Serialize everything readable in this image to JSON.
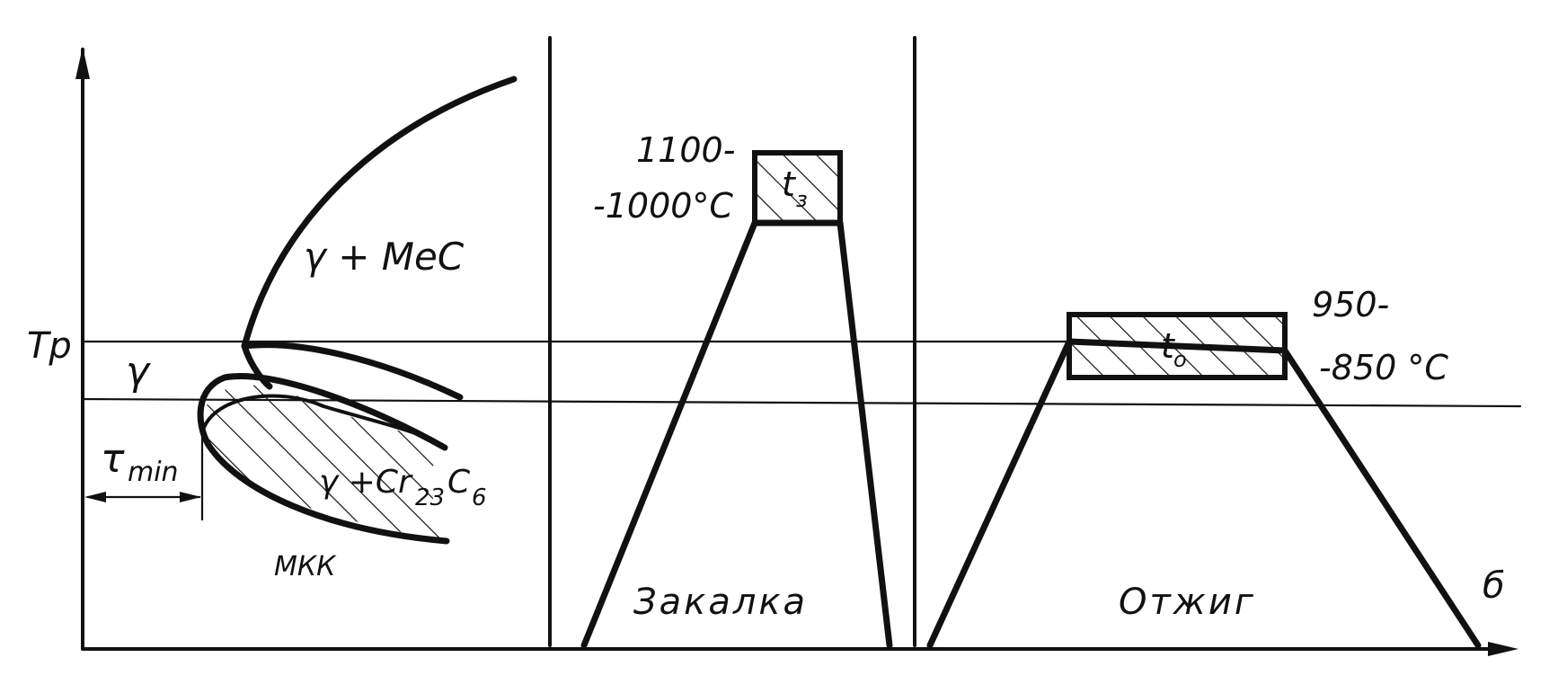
{
  "axis": {
    "temperature_label": "Tp",
    "right_label": "б"
  },
  "panel_left": {
    "regions": {
      "gamma": "γ",
      "gamma_mec": "γ + MeC",
      "gamma_carbide": "γ +Cr",
      "gamma_carbide_sub1": "23",
      "gamma_carbide_C": "C",
      "gamma_carbide_sub2": "6"
    },
    "tau_min": "τ",
    "tau_min_sub": "min",
    "mkk_label": "МКК"
  },
  "panel_quench": {
    "temp_line1": "1100-",
    "temp_line2": "-1000°C",
    "box_label": "t",
    "box_label_sub": "з",
    "process_label": "Закалка"
  },
  "panel_anneal": {
    "temp_line1": "950-",
    "temp_line2": "-850 °C",
    "box_label": "t",
    "box_label_sub": "o",
    "process_label": "Отжиг"
  }
}
